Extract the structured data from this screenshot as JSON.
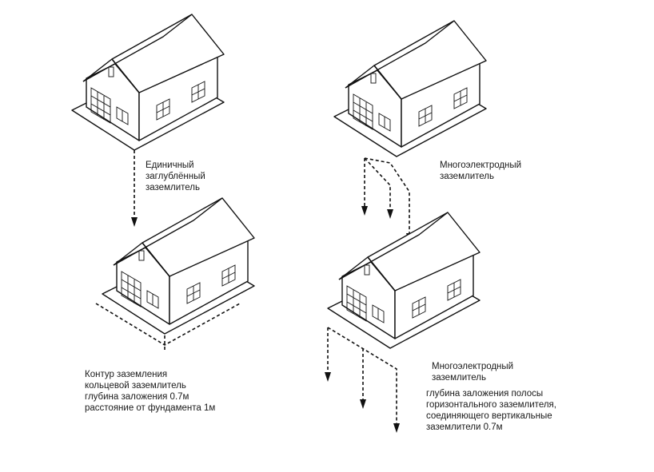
{
  "panels": [
    {
      "id": "single",
      "label_lines": [
        "Единичный",
        "заглублённый",
        "заземлитель"
      ]
    },
    {
      "id": "multi",
      "label_lines": [
        "Многоэлектродный",
        "заземлитель"
      ]
    },
    {
      "id": "ring",
      "label_lines": [
        "Контур заземления",
        "кольцевой заземлитель",
        "глубина заложения 0.7м",
        "расстояние от фундамента 1м"
      ]
    },
    {
      "id": "multi-strip",
      "label_lines": [
        "Многоэлектродный",
        "заземлитель"
      ],
      "note_lines": [
        "глубина заложения полосы",
        "горизонтального заземлителя,",
        "соединяющего  вертикальные",
        "заземлители 0.7м"
      ]
    }
  ]
}
